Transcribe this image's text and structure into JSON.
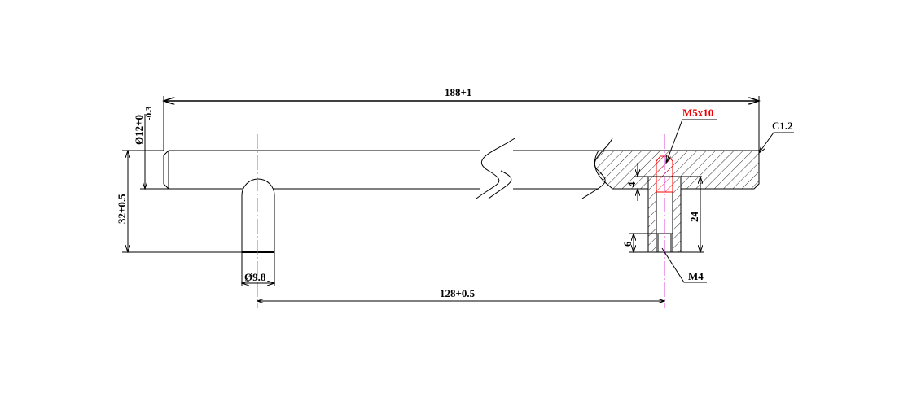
{
  "dimensions": {
    "overall_length": "188+1",
    "diameter_bar": "Ø12+0",
    "diameter_bar_tol": "-0.3",
    "height": "32+0.5",
    "leg_diameter": "Ø9.8",
    "hole_spacing": "128+0.5",
    "thread_top": "M5x10",
    "chamfer": "C1.2",
    "post_depth": "24",
    "thread_depth": "6",
    "insert_depth": "4",
    "thread_bottom": "M4"
  },
  "colors": {
    "line": "#000000",
    "centerline": "#e040e0",
    "highlight": "#ff0000"
  }
}
